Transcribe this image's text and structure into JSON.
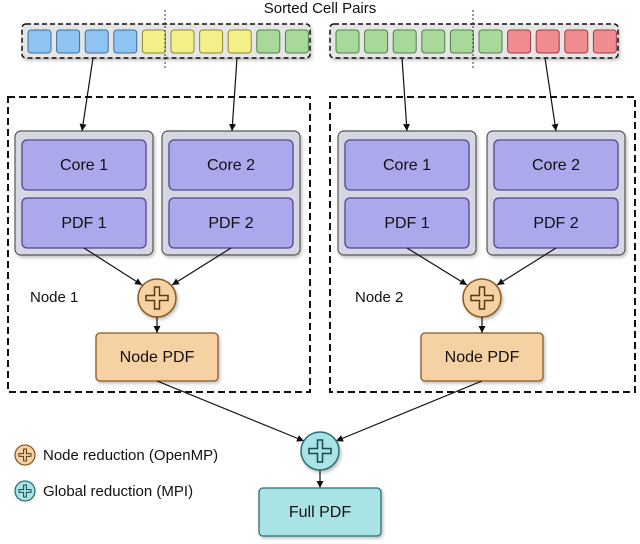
{
  "title": "Sorted Cell Pairs",
  "cells_group1": [
    "blue",
    "blue",
    "blue",
    "blue",
    "yellow",
    "yellow",
    "yellow",
    "yellow",
    "green",
    "green"
  ],
  "cells_group2": [
    "green",
    "green",
    "green",
    "green",
    "green",
    "green",
    "red",
    "red",
    "red",
    "red"
  ],
  "colors": {
    "blue": "#8fc3f2",
    "yellow": "#f3f08a",
    "green": "#a8d89a",
    "red": "#f08b8f",
    "core": "#aba8ec",
    "core_border": "#4b4890",
    "core_group_bg": "#d7d7e4",
    "node_reduction": "#f6d1a3",
    "node_reduction_border": "#8a5a22",
    "global_reduction": "#a9e3e6",
    "global_reduction_border": "#2b6f73"
  },
  "nodes": [
    {
      "label": "Node 1",
      "cores": [
        {
          "core": "Core 1",
          "pdf": "PDF 1"
        },
        {
          "core": "Core 2",
          "pdf": "PDF 2"
        }
      ],
      "node_pdf": "Node PDF"
    },
    {
      "label": "Node 2",
      "cores": [
        {
          "core": "Core 1",
          "pdf": "PDF 1"
        },
        {
          "core": "Core 2",
          "pdf": "PDF 2"
        }
      ],
      "node_pdf": "Node PDF"
    }
  ],
  "full_pdf": "Full PDF",
  "legend": {
    "node_reduction": "Node reduction (OpenMP)",
    "global_reduction": "Global reduction (MPI)"
  }
}
